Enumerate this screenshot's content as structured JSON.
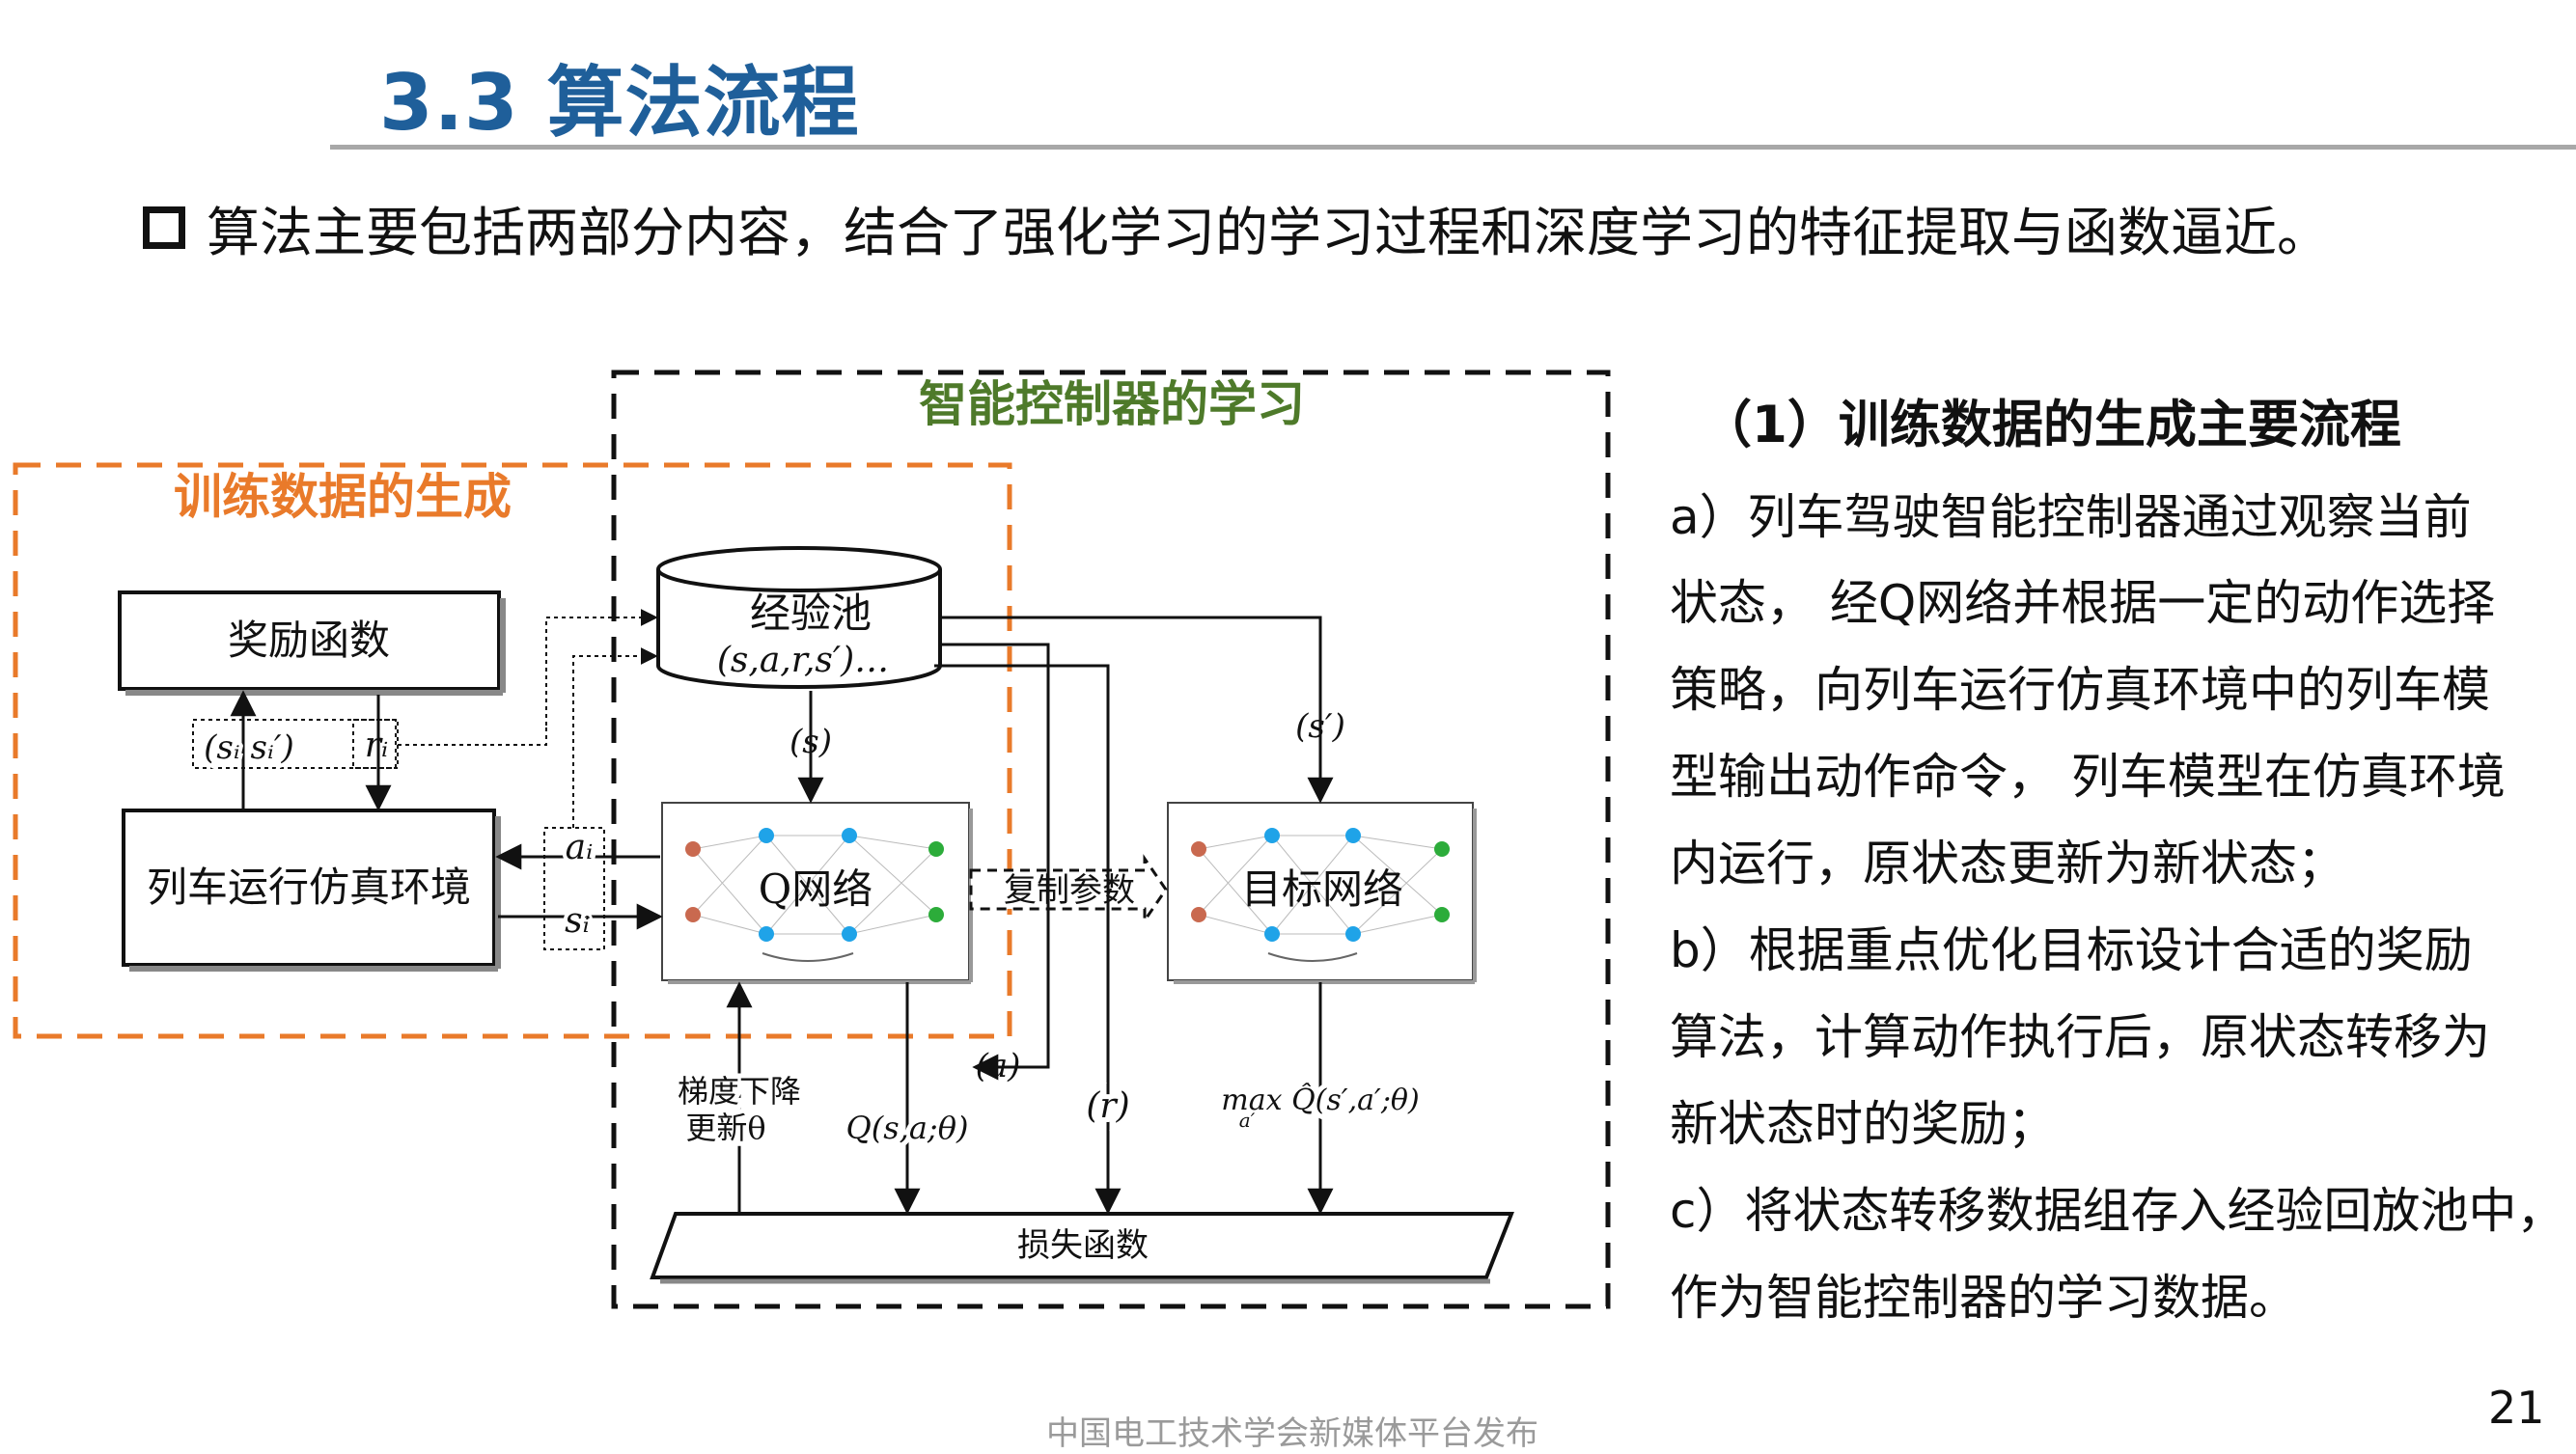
{
  "slide": {
    "title": "3.3 算法流程",
    "bullet": "算法主要包括两部分内容，结合了强化学习的学习过程和深度学习的特征提取与函数逼近。",
    "page_number": "21",
    "footer": "中国电工技术学会新媒体平台发布"
  },
  "diagram": {
    "learning_region_title": "智能控制器的学习",
    "generation_region_title": "训练数据的生成",
    "reward_box": "奖励函数",
    "env_box": "列车运行仿真环境",
    "replay_pool": "经验池",
    "replay_tuple": "(s,a,r,s′)…",
    "q_network": "Q网络",
    "target_network": "目标网络",
    "copy_params": "复制参数",
    "loss_box": "损失函数",
    "gradient_label_line1": "梯度下降",
    "gradient_label_line2": "更新θ",
    "label_s": "(s)",
    "label_s_prime": "(s′)",
    "label_a": "(a)",
    "label_r": "(r)",
    "label_q": "Q(s,a;θ)",
    "label_max": "max Q̂(s′,a′;θ)",
    "label_max_sub": "a′",
    "label_si_si_prime": "(sᵢ sᵢ′)",
    "label_ri": "rᵢ",
    "label_ai": "aᵢ",
    "label_si": "sᵢ",
    "colors": {
      "orange": "#e97a2a",
      "green": "#4e7a2a",
      "blue_node": "#1fa3e8",
      "red_node": "#c9694f",
      "green_node": "#2cac3a"
    }
  },
  "side_panel": {
    "title": "（1）训练数据的生成主要流程",
    "lines": [
      "a）列车驾驶智能控制器通过观察当前",
      "状态， 经Q网络并根据一定的动作选择",
      "策略，向列车运行仿真环境中的列车模",
      "型输出动作命令， 列车模型在仿真环境",
      "内运行，原状态更新为新状态；",
      "b）根据重点优化目标设计合适的奖励",
      "算法，计算动作执行后，原状态转移为",
      "新状态时的奖励；",
      "c）将状态转移数据组存入经验回放池中，",
      "作为智能控制器的学习数据。"
    ]
  }
}
